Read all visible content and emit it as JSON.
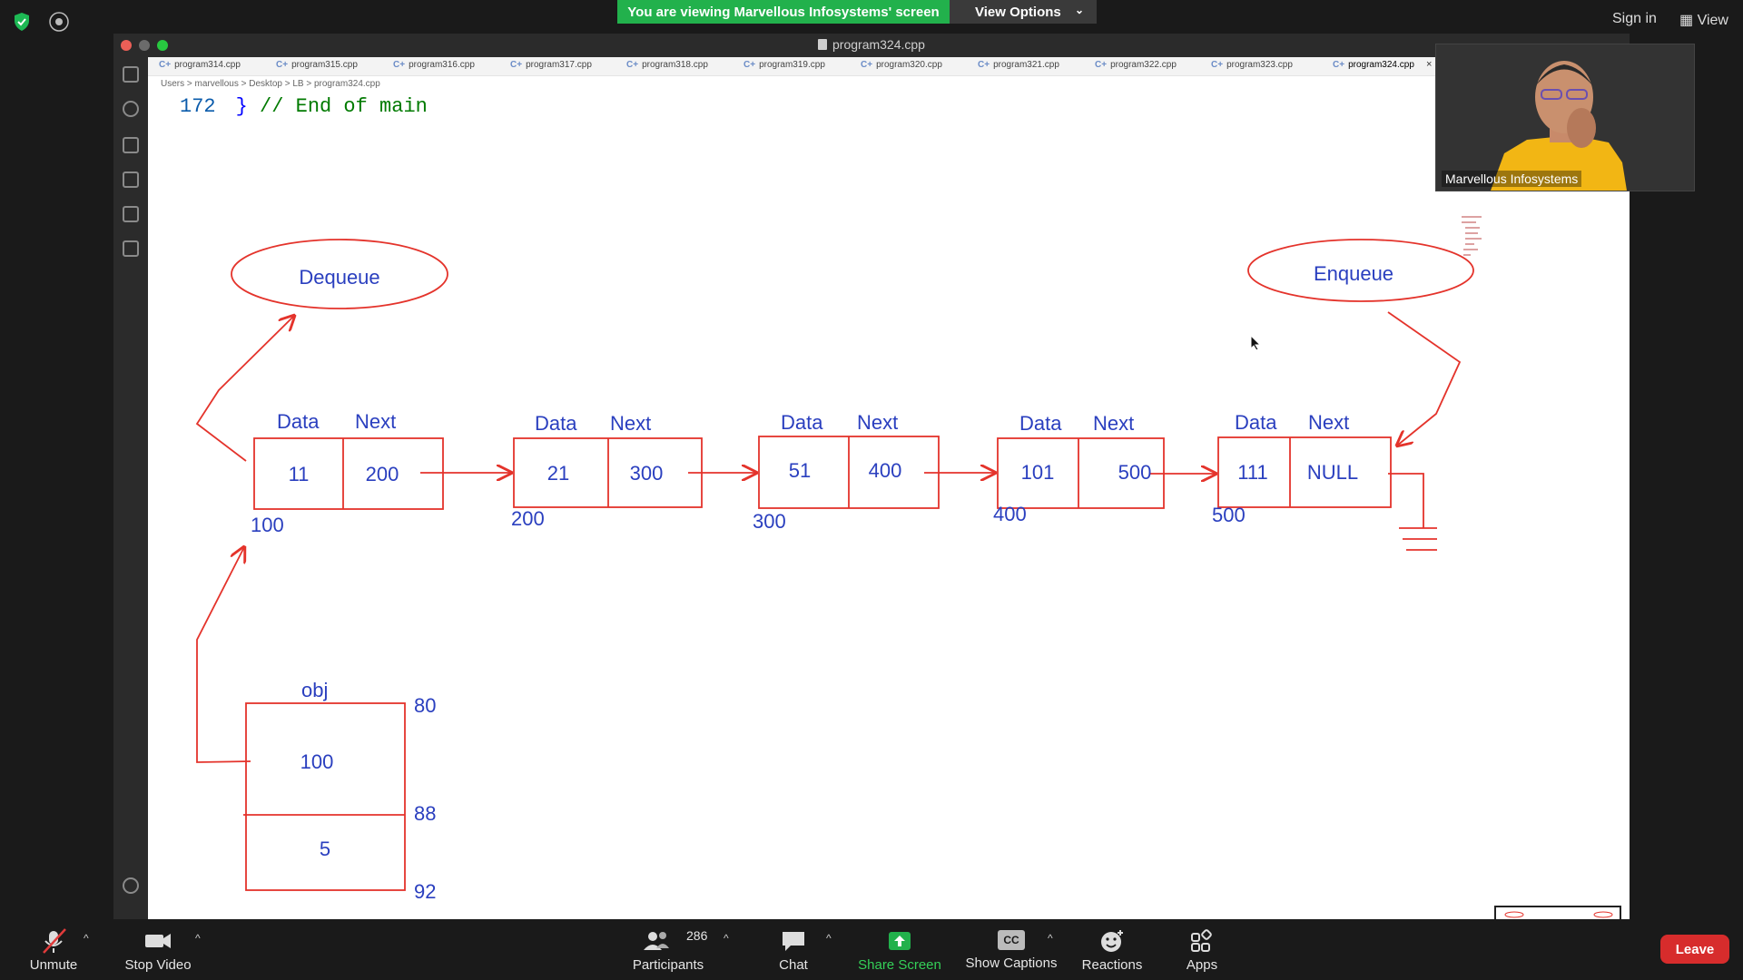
{
  "zoom": {
    "banner": "You are viewing Marvellous Infosystems' screen",
    "view_options": "View Options",
    "sign_in": "Sign in",
    "view": "View",
    "participant_name": "Marvellous Infosystems",
    "toolbar": {
      "unmute": "Unmute",
      "stop_video": "Stop Video",
      "participants": "Participants",
      "participants_count": "286",
      "chat": "Chat",
      "share_screen": "Share Screen",
      "show_captions": "Show Captions",
      "captions_badge": "CC",
      "reactions": "Reactions",
      "apps": "Apps",
      "leave": "Leave"
    },
    "colors": {
      "banner": "#22b14c",
      "leave": "#d72c2c",
      "share": "#34d058"
    }
  },
  "editor": {
    "window_title": "program324.cpp",
    "tabs": [
      "program314.cpp",
      "program315.cpp",
      "program316.cpp",
      "program317.cpp",
      "program318.cpp",
      "program319.cpp",
      "program320.cpp",
      "program321.cpp",
      "program322.cpp",
      "program323.cpp",
      "program324.cpp"
    ],
    "active_tab": "program324.cpp",
    "tab_close": "×",
    "breadcrumb": "Users > marvellous > Desktop > LB > program324.cpp",
    "code": {
      "line_number": "172",
      "brace": "}",
      "comment": "// End of main"
    }
  },
  "diagram": {
    "dequeue": "Dequeue",
    "enqueue": "Enqueue",
    "data_label": "Data",
    "next_label": "Next",
    "nodes": [
      {
        "data": "11",
        "next": "200",
        "address": "100"
      },
      {
        "data": "21",
        "next": "300",
        "address": "200"
      },
      {
        "data": "51",
        "next": "400",
        "address": "300"
      },
      {
        "data": "101",
        "next": "500",
        "address": "400"
      },
      {
        "data": "111",
        "next": "NULL",
        "address": "500"
      }
    ],
    "object": {
      "label": "obj",
      "head_value": "100",
      "count_value": "5",
      "addresses": [
        "80",
        "88",
        "92"
      ]
    },
    "colors": {
      "ink_blue": "#2a3fbf",
      "ink_red": "#e4332b"
    }
  }
}
